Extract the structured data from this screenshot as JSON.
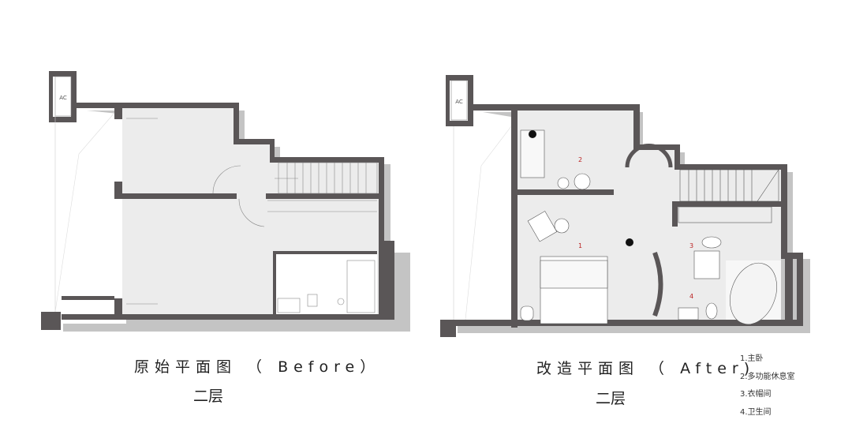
{
  "before": {
    "title": "原始平面图 （ Before）",
    "floor": "二层",
    "ac_label": "AC"
  },
  "after": {
    "title": "改造平面图 （ After)",
    "floor": "二层",
    "ac_label": "AC",
    "room_numbers": [
      "1",
      "2",
      "3",
      "4"
    ]
  },
  "legend": [
    "1.主卧",
    "2.多功能休息室",
    "3.衣帽间",
    "4.卫生间"
  ],
  "colors": {
    "wall": "#5a5657",
    "shadow": "#bdbdbd",
    "floor": "#ececec",
    "room_number": "#b22222"
  }
}
